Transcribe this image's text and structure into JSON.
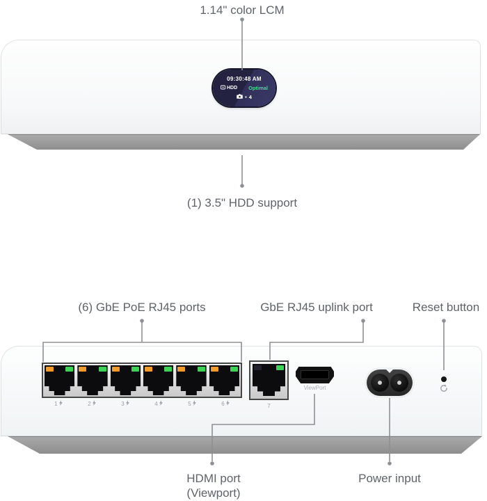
{
  "figure": {
    "front": {
      "callout_lcm": "1.14\" color LCM",
      "callout_hdd": "(1) 3.5\" HDD support",
      "screen": {
        "time": "09:30:48 AM",
        "drive_label": "HDD",
        "drive_status": "Optimal",
        "separator": "•",
        "camera_count": "4"
      }
    },
    "rear": {
      "callout_poe": "(6) GbE PoE RJ45 ports",
      "callout_uplink": "GbE RJ45 uplink port",
      "callout_reset": "Reset button",
      "callout_hdmi_line1": "HDMI port",
      "callout_hdmi_line2": "(Viewport)",
      "callout_power": "Power input",
      "poe_ports": [
        {
          "number": "1"
        },
        {
          "number": "2"
        },
        {
          "number": "3"
        },
        {
          "number": "4"
        },
        {
          "number": "5"
        },
        {
          "number": "6"
        }
      ],
      "uplink_number": "7",
      "hdmi_engraving": "ViewPort"
    },
    "colors": {
      "label_text": "#5f6368",
      "leader_line": "#8d9094",
      "status_green": "#3fdc91",
      "led_orange": "#f29c2b",
      "led_green": "#3ed257",
      "screen_bg": "#232240",
      "device_base": "#9a9a9a"
    }
  }
}
